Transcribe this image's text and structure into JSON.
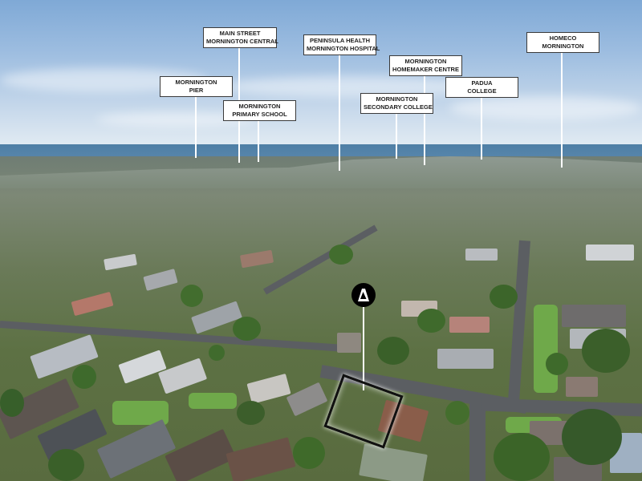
{
  "image": {
    "description": "Aerial view over Mornington suburb with labelled landmarks and property marker",
    "colors": {
      "sky_top": "#7fa9d6",
      "sky_horizon": "#e3ecf3",
      "sea": "#5a88ad",
      "label_bg": "#ffffff",
      "label_border": "#3a3a3a",
      "leader_line": "#ffffff",
      "marker_bg": "#000000",
      "property_outline": "#111111"
    }
  },
  "landmarks": [
    {
      "id": "pier",
      "line1": "MORNINGTON",
      "line2": "PIER"
    },
    {
      "id": "main-street",
      "line1": "MAIN STREET",
      "line2": "MORNINGTON CENTRAL"
    },
    {
      "id": "primary-school",
      "line1": "MORNINGTON",
      "line2": "PRIMARY SCHOOL"
    },
    {
      "id": "hospital",
      "line1": "PENINSULA HEALTH",
      "line2": "MORNINGTON HOSPITAL"
    },
    {
      "id": "secondary-college",
      "line1": "MORNINGTON",
      "line2": "SECONDARY COLLEGE"
    },
    {
      "id": "homemaker-centre",
      "line1": "MORNINGTON",
      "line2": "HOMEMAKER CENTRE"
    },
    {
      "id": "padua",
      "line1": "PADUA",
      "line2": "COLLEGE"
    },
    {
      "id": "homeco",
      "line1": "HOMECO",
      "line2": "MORNINGTON"
    }
  ],
  "property_marker": {
    "icon": "agency-logo-a-icon"
  }
}
